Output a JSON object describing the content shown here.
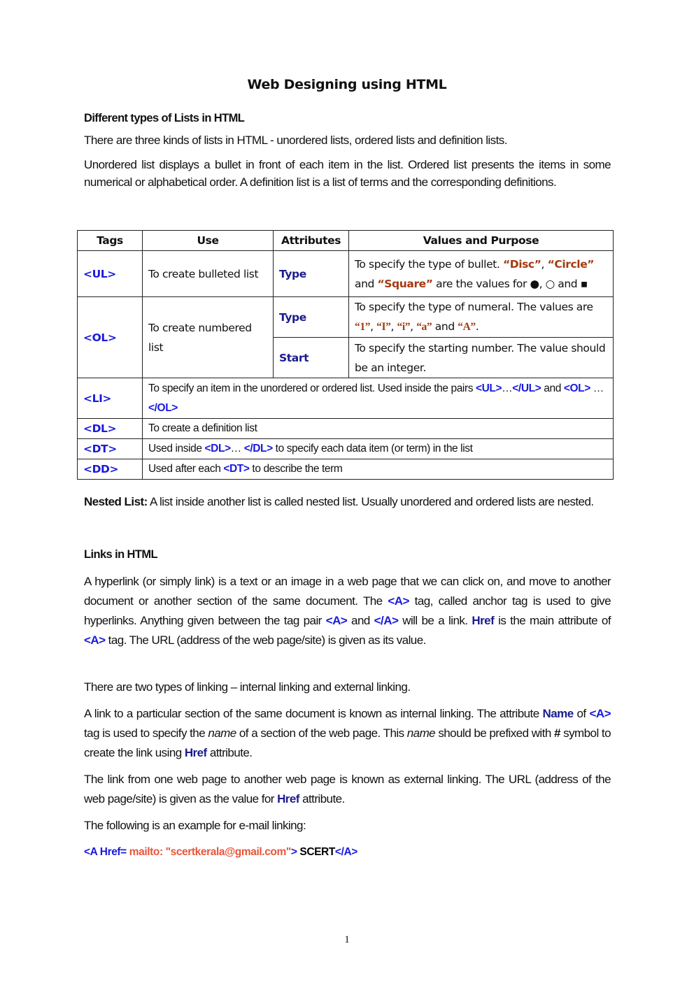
{
  "document": {
    "title": "Web Designing using HTML",
    "page_number": "1"
  },
  "section_lists": {
    "heading": "Different types of Lists in HTML",
    "intro": "There are three kinds of lists in HTML - unordered lists, ordered lists and definition lists.",
    "description": "Unordered list displays a bullet in front of each item in the list. Ordered list presents the items in some numerical or alphabetical order. A definition list is a list of terms and the corresponding definitions."
  },
  "table": {
    "headers": [
      "Tags",
      "Use",
      "Attributes",
      "Values and Purpose"
    ],
    "ul": {
      "tag": "<UL>",
      "use": "To create bulleted list",
      "attribute": "Type",
      "purpose_pre": "To specify the type of bullet. ",
      "v_disc": "“Disc”",
      "sep1": ", ",
      "v_circle": "“Circle”",
      "and": " and ",
      "v_square": "“Square”",
      "purpose_post": " are the values for ●, ○ and ▪"
    },
    "ol": {
      "tag": "<OL>",
      "use": "To create numbered list",
      "type_attribute": "Type",
      "type_pre": "To specify the type of numeral. The values are ",
      "v1": "“1”",
      "v2": "“I”",
      "v3": "“i”",
      "v4": "“a”",
      "v5": "“A”",
      "comma": ", ",
      "and": " and ",
      "period": ".",
      "start_attribute": "Start",
      "start_purpose": "To specify the starting number. The value should be an integer."
    },
    "li": {
      "tag": "<LI>",
      "desc_pre": "To specify an item in the unordered or ordered list. Used inside the pairs ",
      "ul_open": "<UL>",
      "ellipsis1": "…",
      "ul_close": "</UL>",
      "and": " and ",
      "ol_open": "<OL>",
      "ellipsis2": " … ",
      "ol_close": "</OL>"
    },
    "dl": {
      "tag": "<DL>",
      "desc": "To create a definition list"
    },
    "dt": {
      "tag": "<DT>",
      "pre": "Used inside ",
      "dl_open": "<DL>",
      "ellipsis": "… ",
      "dl_close": "</DL>",
      "post": " to specify each data item (or term) in the list"
    },
    "dd": {
      "tag": "<DD>",
      "pre": "Used after each ",
      "dt": "<DT>",
      "post": " to describe the term"
    }
  },
  "nested": {
    "label": "Nested List:",
    "text": " A list inside another list is called nested list. Usually unordered and ordered lists are nested."
  },
  "links": {
    "heading": "Links in HTML",
    "p1": {
      "t1": "A hyperlink (or simply link) is a text or an image in a web page that we can click on, and move to another document or another section of the same document. The ",
      "a1": "<A>",
      "t2": " tag, called anchor tag is used to give hyperlinks. Anything given between the tag pair ",
      "a2": "<A>",
      "t3": " and ",
      "a3": "</A>",
      "t4": " will be a link. ",
      "href": "Href",
      "t5": " is the main attribute of ",
      "a4": "<A>",
      "t6": " tag. The URL (address of the web page/site) is given as its value."
    },
    "p2": "There are two types of linking – internal linking and external linking.",
    "p3": {
      "t1": "A link to a particular section of the same document is known as internal linking. The attribute ",
      "name_attr": "Name",
      "t2": " of ",
      "a": "<A>",
      "t3": " tag is used to specify the ",
      "name_em": "name",
      "t4": " of a section of the web page. This ",
      "name_em2": "name",
      "t5": " should be prefixed with ",
      "hash": "#",
      "t6": " symbol to create the link using ",
      "href": "Href",
      "t7": " attribute."
    },
    "p4": {
      "t1": "The link from one web page to another web page is known as external linking. The URL (address of the web page/site) is given as the value for ",
      "href": "Href",
      "t2": " attribute."
    },
    "p5": "The following is an example for e-mail linking:",
    "example": {
      "open": "<A Href=",
      "mailto": " mailto: \"scertkerala@gmail.com\"",
      "close_bracket": ">",
      "label": " SCERT",
      "end_tag": "</A>"
    }
  }
}
